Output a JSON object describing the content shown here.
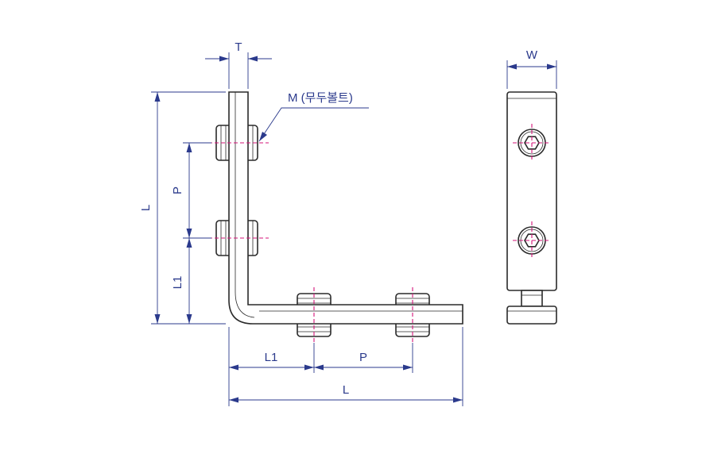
{
  "labels": {
    "thickness": "T",
    "width": "W",
    "bolt_callout": "M (무두볼트)",
    "pitch_vertical": "P",
    "length_vertical": "L",
    "offset_vertical": "L1",
    "offset_horizontal": "L1",
    "pitch_horizontal": "P",
    "length_horizontal": "L"
  },
  "colors": {
    "dimension": "#2b3a8c",
    "centerline": "#d6157a",
    "outline": "#2a2a2a"
  }
}
